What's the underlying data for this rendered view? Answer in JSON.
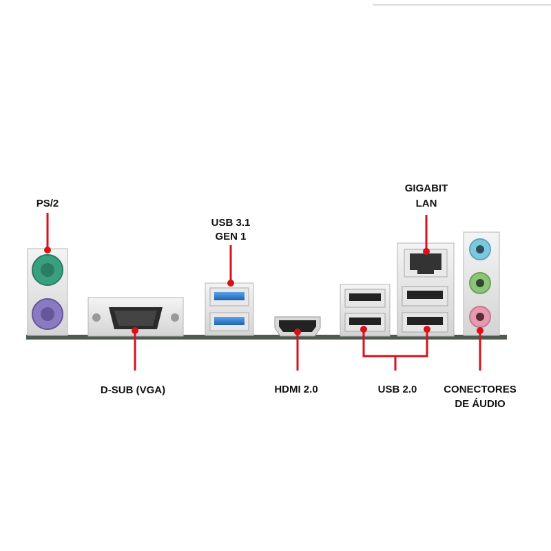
{
  "labels": {
    "ps2": "PS/2",
    "usb31_line1": "USB 3.1",
    "usb31_line2": "GEN 1",
    "lan_line1": "GIGABIT",
    "lan_line2": "LAN",
    "vga": "D-SUB (VGA)",
    "hdmi": "HDMI 2.0",
    "usb20": "USB 2.0",
    "audio_line1": "CONECTORES",
    "audio_line2": "DE ÁUDIO"
  },
  "colors": {
    "pointer": "#d7111b",
    "ps2_mouse": "#39a07f",
    "ps2_keyboard": "#8a7ac2",
    "usb3_blue": "#2f7fd0",
    "audio_blue": "#7fc7de",
    "audio_green": "#8cc47a",
    "audio_pink": "#e59ab0",
    "board": "#4e5a52"
  }
}
